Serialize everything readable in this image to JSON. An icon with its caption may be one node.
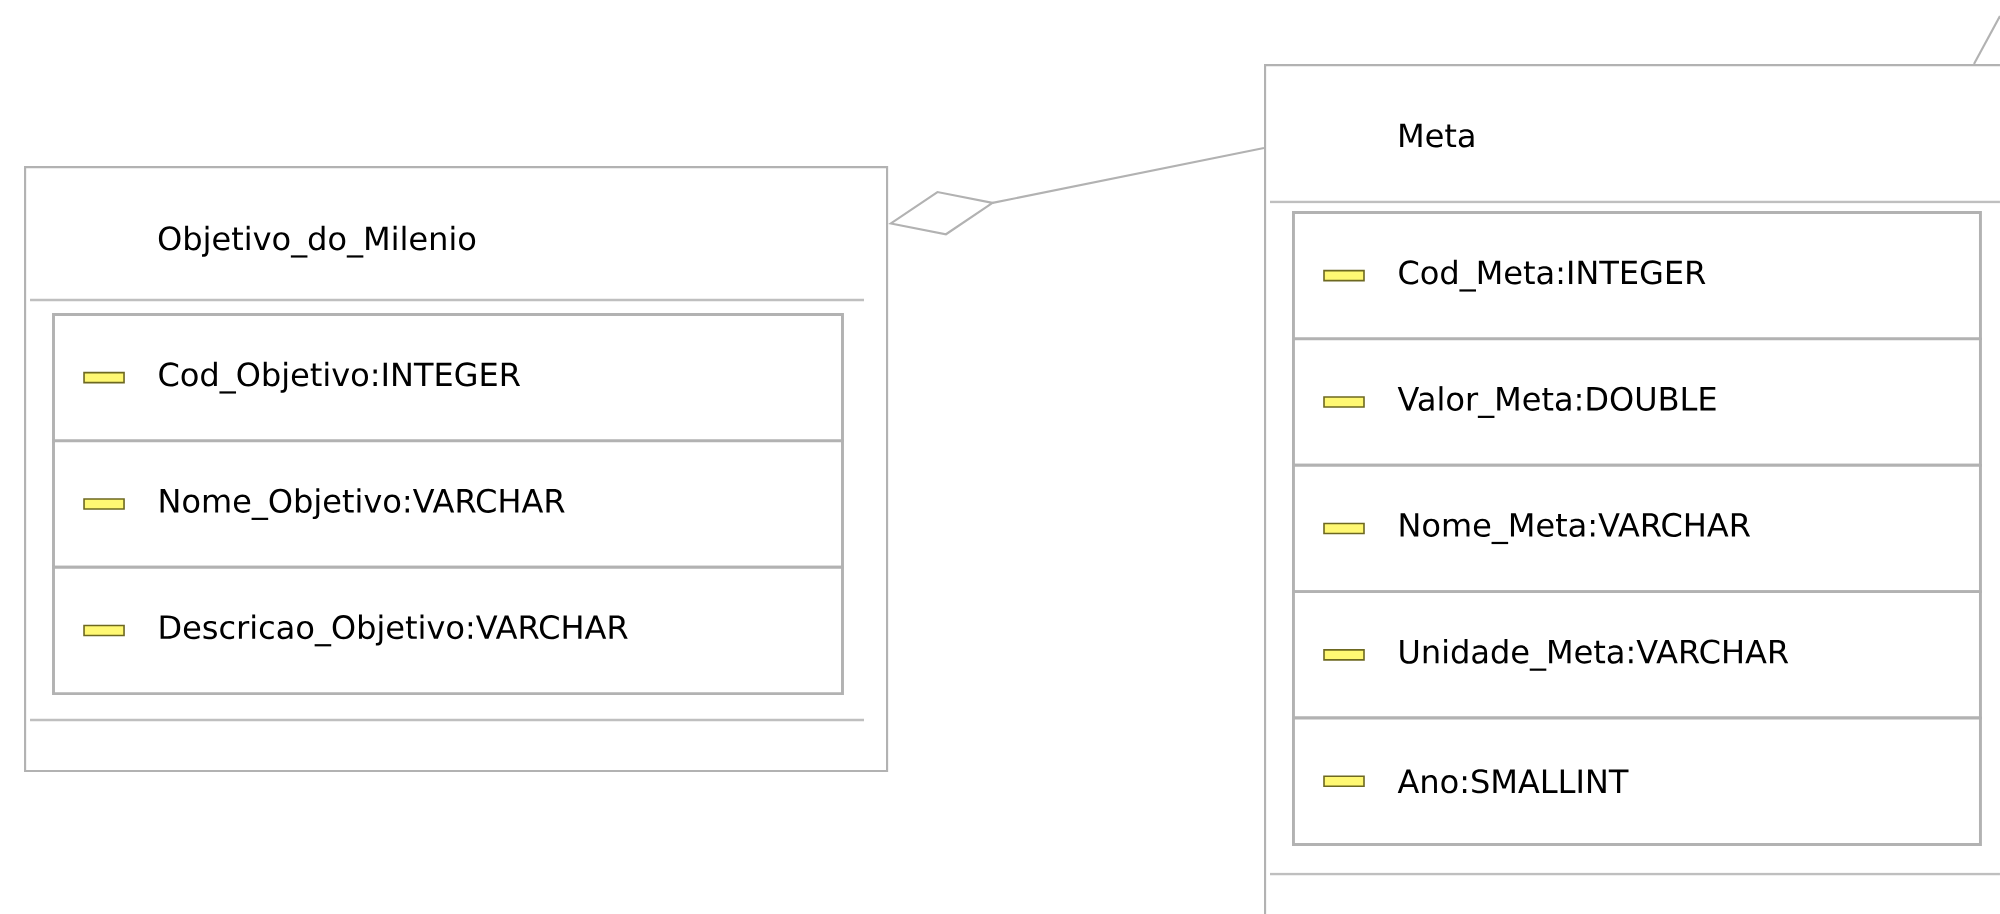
{
  "diagram": {
    "nodes": [
      {
        "text": [
          "Objetivo_do_Milenio"
        ]
      },
      {
        "text": [
          "Cod_Objetivo:INTEGER"
        ],
        "in": 0
      },
      {
        "text": [
          "Nome_Objetivo:VARCHAR"
        ],
        "in": 0
      },
      {
        "text": [
          "Descricao_Objetivo:VARCHAR"
        ],
        "in": 0
      },
      {
        "text": [
          "Meta"
        ]
      },
      {
        "text": [
          "Cod_Meta:INTEGER"
        ],
        "in": 4
      },
      {
        "text": [
          "Valor_Meta:DOUBLE"
        ],
        "in": 4
      },
      {
        "text": [
          "Nome_Meta:VARCHAR"
        ],
        "in": 4
      },
      {
        "text": [
          "Unidade_Meta:VARCHAR"
        ],
        "in": 4
      },
      {
        "text": [
          "Ano:SMALLINT"
        ],
        "in": 4
      }
    ],
    "edges": [
      {
        "from": 4,
        "to": 0,
        "arrow": "other"
      },
      {
        "from": 4,
        "to": null,
        "arrow": "none"
      }
    ]
  }
}
